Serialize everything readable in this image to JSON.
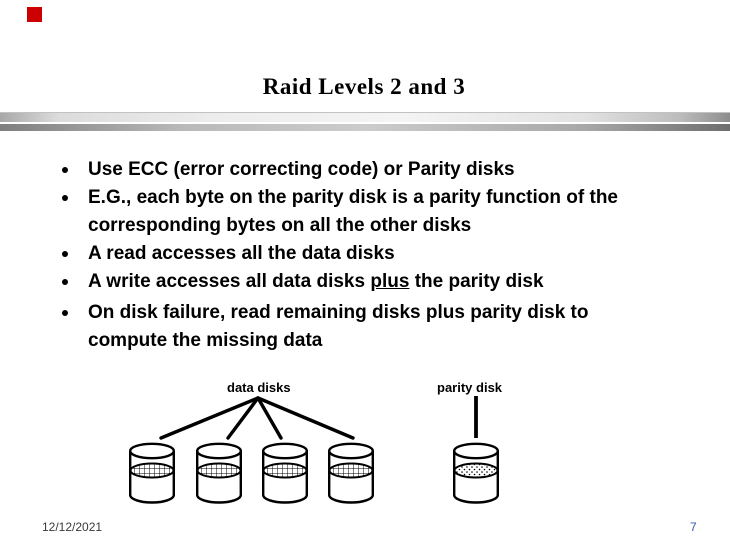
{
  "slide": {
    "title": "Raid Levels 2 and 3",
    "footer": {
      "date": "12/12/2021",
      "page_number": "7"
    },
    "colors": {
      "background": "#ffffff",
      "accent_square": "#cc0000",
      "body_text": "#000000",
      "divider_light_gray": "#ededed",
      "divider_dark_gray": "#7f7f7f",
      "footer_date_text": "#3a3a3a",
      "page_number_text": "#3b55b5"
    }
  },
  "bullets": {
    "items": [
      {
        "text": "Use ECC (error correcting code) or Parity disks"
      },
      {
        "text": "E.G., each byte on the parity disk is a parity function of the corresponding bytes on all the other disks"
      },
      {
        "text": "A read accesses all the data disks"
      },
      {
        "pre": "A write accesses all data disks ",
        "underline": "plus",
        "post": " the parity disk"
      },
      {
        "text": "On disk failure, read remaining disks plus parity disk to compute the missing data"
      }
    ]
  },
  "diagram": {
    "data_disks_label": "data disks",
    "parity_disk_label": "parity disk",
    "data_disk_count": 4,
    "parity_disk_count": 1
  }
}
